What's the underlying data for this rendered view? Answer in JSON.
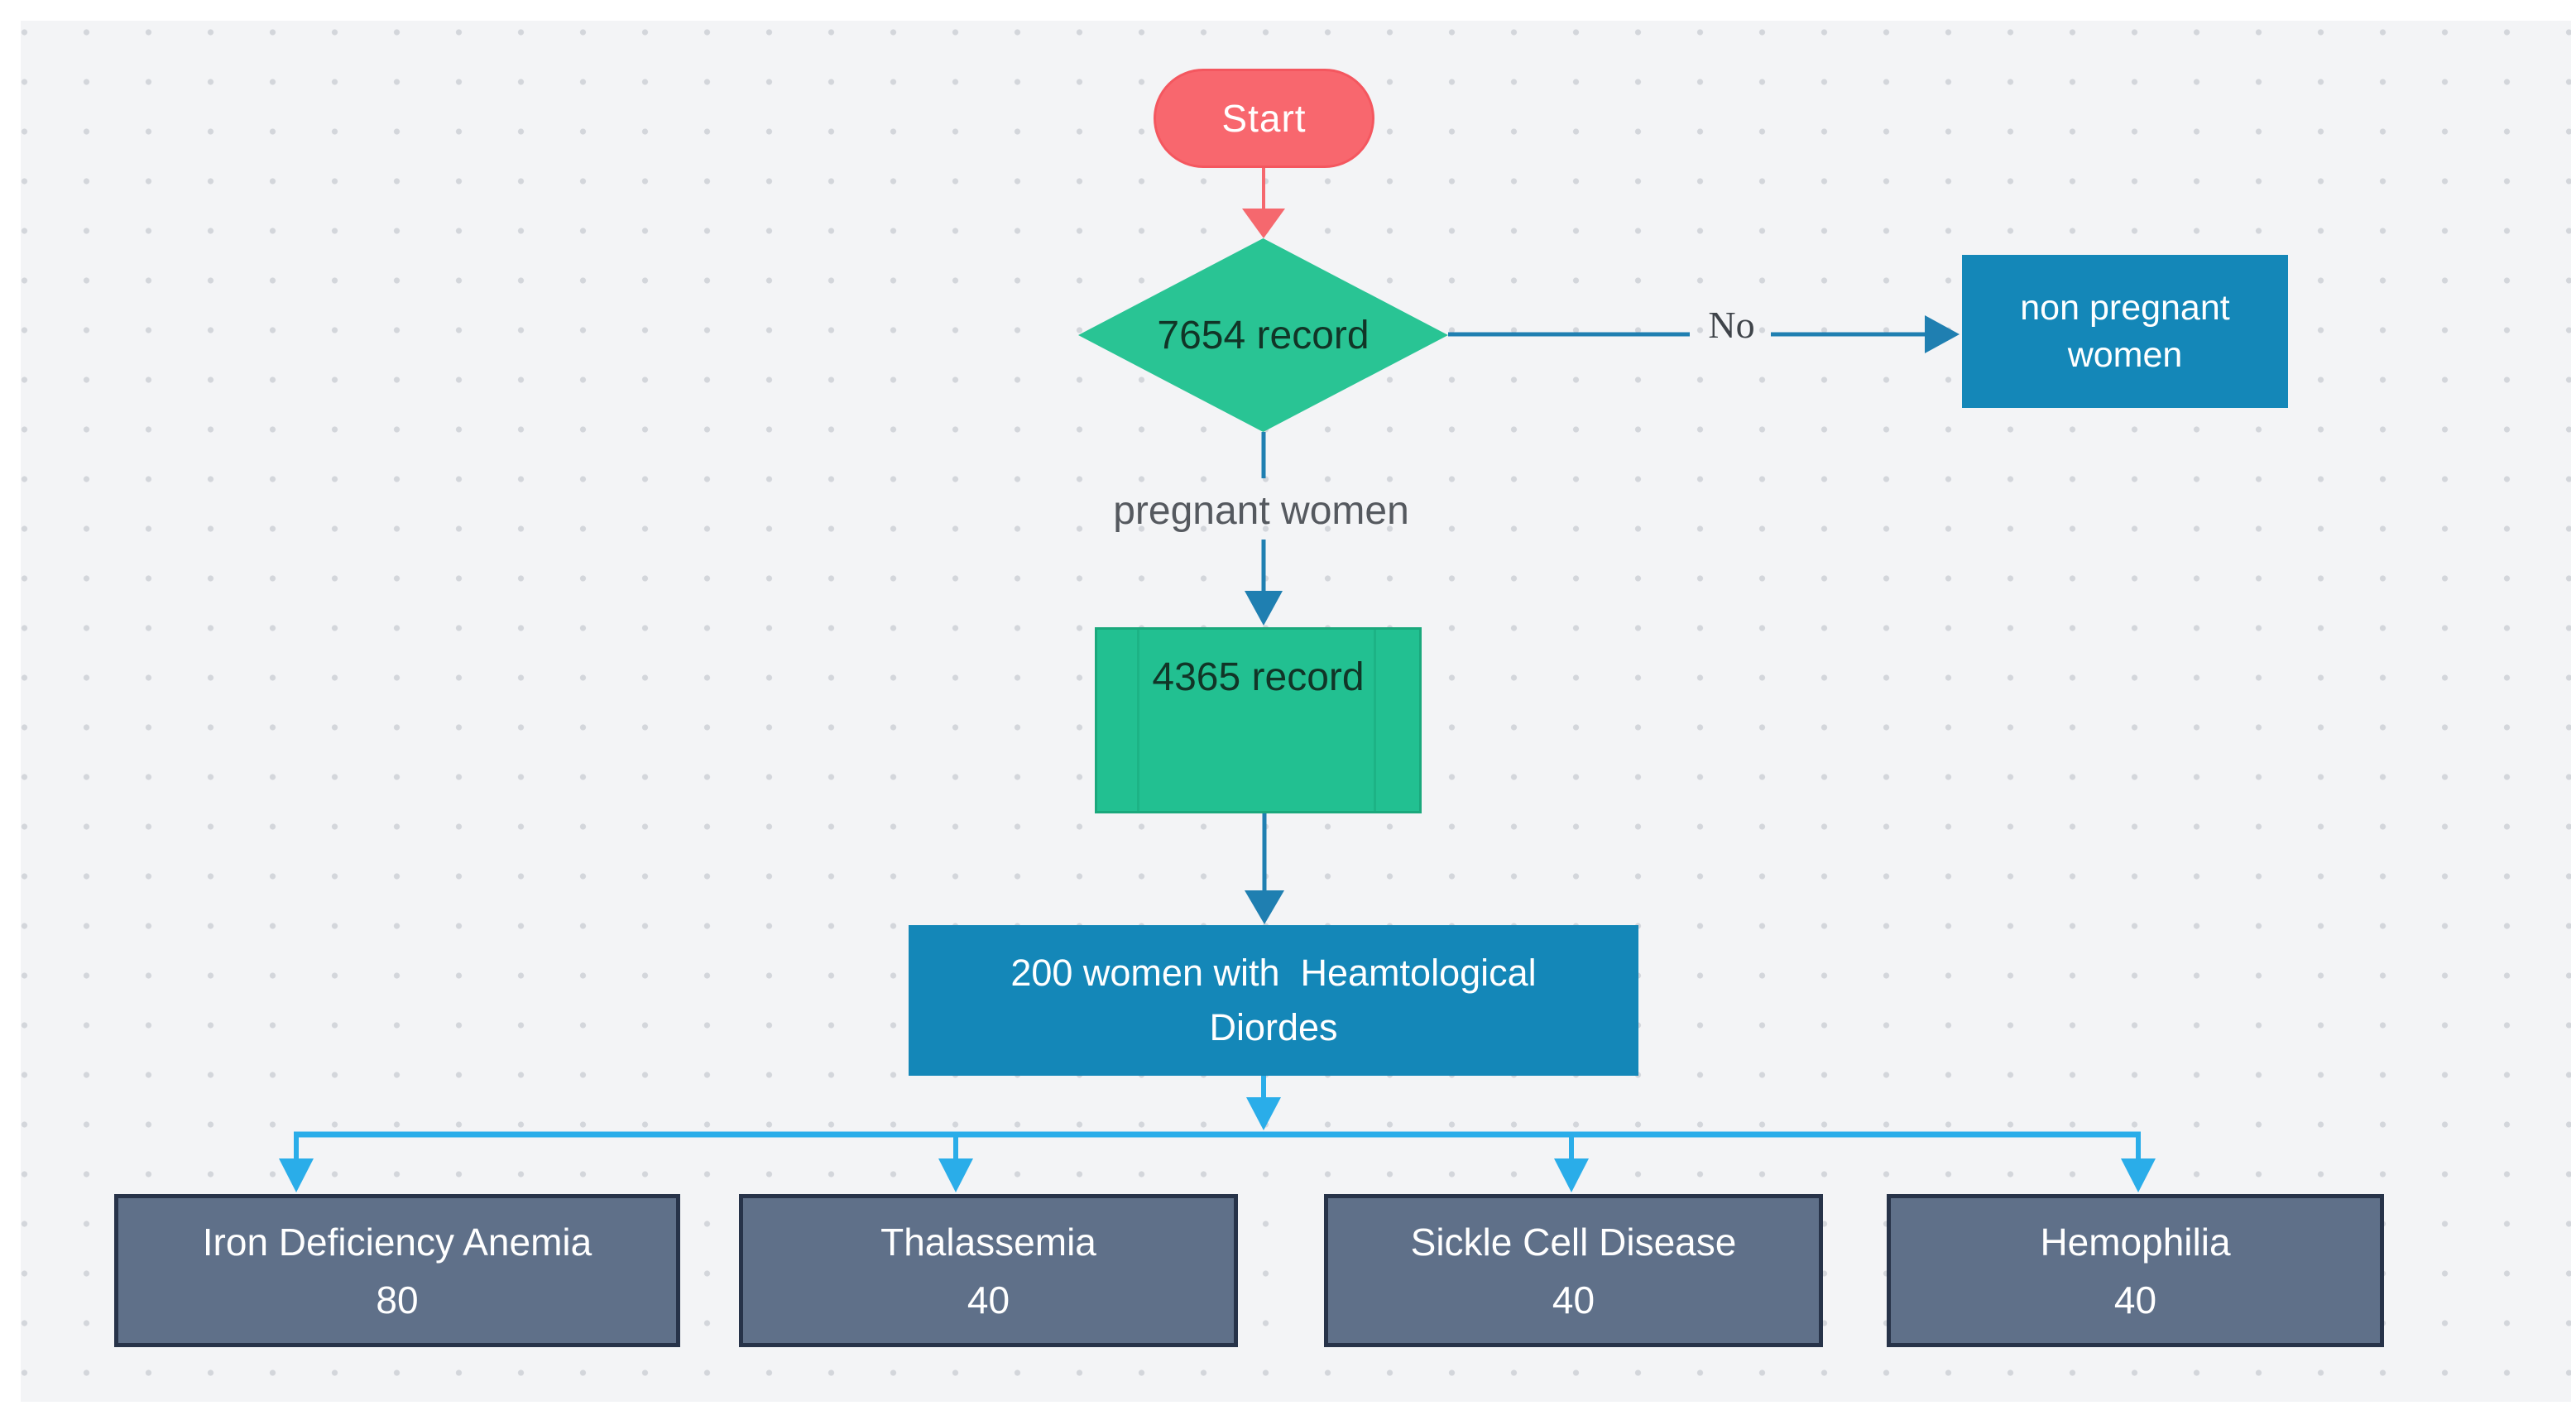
{
  "colors": {
    "canvas_bg": "#f3f4f6",
    "grid_dot": "#d3d6db",
    "start_fill": "#f8676e",
    "decision_fill": "#29c494",
    "records_fill": "#22c091",
    "blue_box_fill": "#1487b8",
    "outcome_fill": "#5f7089",
    "outcome_border": "#273349",
    "steel_line": "#1f7fb1",
    "cyan_line": "#2aade9",
    "red_line": "#f5686e"
  },
  "flowchart": {
    "start": {
      "label": "Start"
    },
    "decision": {
      "label": "7654 record"
    },
    "edges": {
      "no_label": "No",
      "yes_label": "pregnant women"
    },
    "non_pregnant": {
      "label": "non pregnant women"
    },
    "records": {
      "label": "4365 record"
    },
    "hematological": {
      "label": "200 women with  Heamtological Diordes"
    },
    "outcomes": [
      {
        "label": "Iron Deficiency Anemia",
        "value": "80"
      },
      {
        "label": "Thalassemia",
        "value": "40"
      },
      {
        "label": "Sickle Cell Disease",
        "value": "40"
      },
      {
        "label": "Hemophilia",
        "value": "40"
      }
    ]
  }
}
